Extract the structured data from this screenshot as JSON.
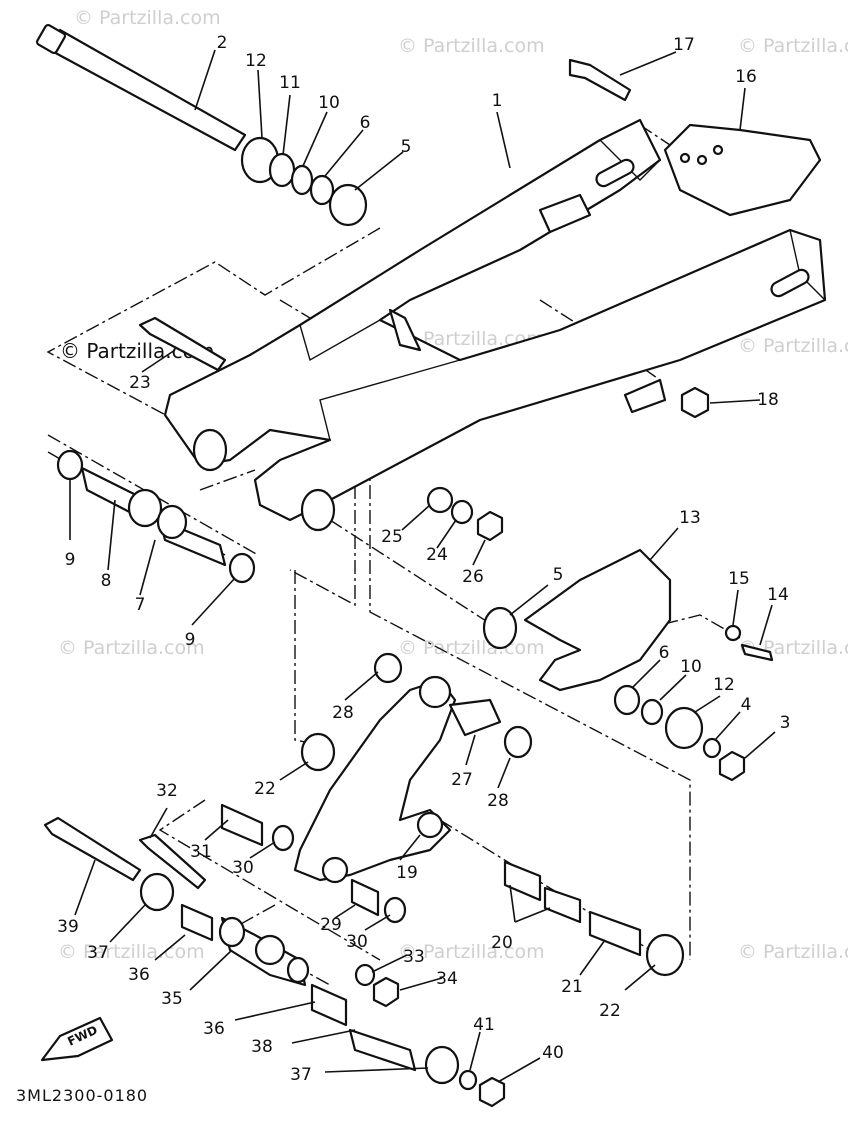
{
  "diagram": {
    "code": "3ML2300-0180",
    "fwd_label": "FWD",
    "watermark": "© Partzilla.com",
    "watermark_dark": "© Partzilla.com",
    "callouts": [
      "1",
      "2",
      "3",
      "4",
      "5",
      "5",
      "6",
      "6",
      "7",
      "8",
      "9",
      "9",
      "10",
      "10",
      "11",
      "12",
      "12",
      "13",
      "14",
      "15",
      "16",
      "17",
      "18",
      "19",
      "20",
      "21",
      "22",
      "22",
      "23",
      "24",
      "25",
      "26",
      "27",
      "28",
      "28",
      "29",
      "30",
      "30",
      "31",
      "32",
      "33",
      "34",
      "35",
      "36",
      "36",
      "37",
      "37",
      "38",
      "39",
      "40",
      "41"
    ]
  }
}
